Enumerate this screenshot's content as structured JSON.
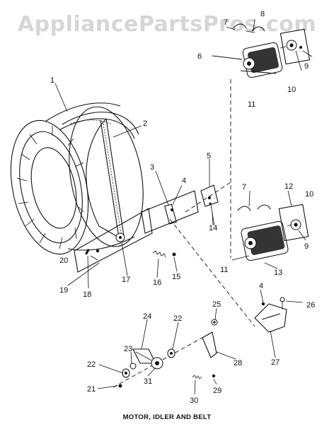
{
  "watermark": "AppliancePartsPros.com",
  "caption": "MOTOR, IDLER AND BELT",
  "callouts": [
    {
      "id": "c1",
      "label": "1"
    },
    {
      "id": "c2",
      "label": "2"
    },
    {
      "id": "c3",
      "label": "3"
    },
    {
      "id": "c4a",
      "label": "4"
    },
    {
      "id": "c4b",
      "label": "4"
    },
    {
      "id": "c5",
      "label": "5"
    },
    {
      "id": "c6",
      "label": "6"
    },
    {
      "id": "c7a",
      "label": "7"
    },
    {
      "id": "c7b",
      "label": "7"
    },
    {
      "id": "c8",
      "label": "8"
    },
    {
      "id": "c9a",
      "label": "9"
    },
    {
      "id": "c9b",
      "label": "9"
    },
    {
      "id": "c10a",
      "label": "10"
    },
    {
      "id": "c10b",
      "label": "10"
    },
    {
      "id": "c11a",
      "label": "11"
    },
    {
      "id": "c11b",
      "label": "11"
    },
    {
      "id": "c12",
      "label": "12"
    },
    {
      "id": "c13",
      "label": "13"
    },
    {
      "id": "c14",
      "label": "14"
    },
    {
      "id": "c15",
      "label": "15"
    },
    {
      "id": "c16",
      "label": "16"
    },
    {
      "id": "c17",
      "label": "17"
    },
    {
      "id": "c18",
      "label": "18"
    },
    {
      "id": "c19",
      "label": "19"
    },
    {
      "id": "c20",
      "label": "20"
    },
    {
      "id": "c21",
      "label": "21"
    },
    {
      "id": "c22a",
      "label": "22"
    },
    {
      "id": "c22b",
      "label": "22"
    },
    {
      "id": "c23",
      "label": "23"
    },
    {
      "id": "c24",
      "label": "24"
    },
    {
      "id": "c25",
      "label": "25"
    },
    {
      "id": "c26",
      "label": "26"
    },
    {
      "id": "c27",
      "label": "27"
    },
    {
      "id": "c28",
      "label": "28"
    },
    {
      "id": "c29",
      "label": "29"
    },
    {
      "id": "c30",
      "label": "30"
    },
    {
      "id": "c31",
      "label": "31"
    }
  ]
}
